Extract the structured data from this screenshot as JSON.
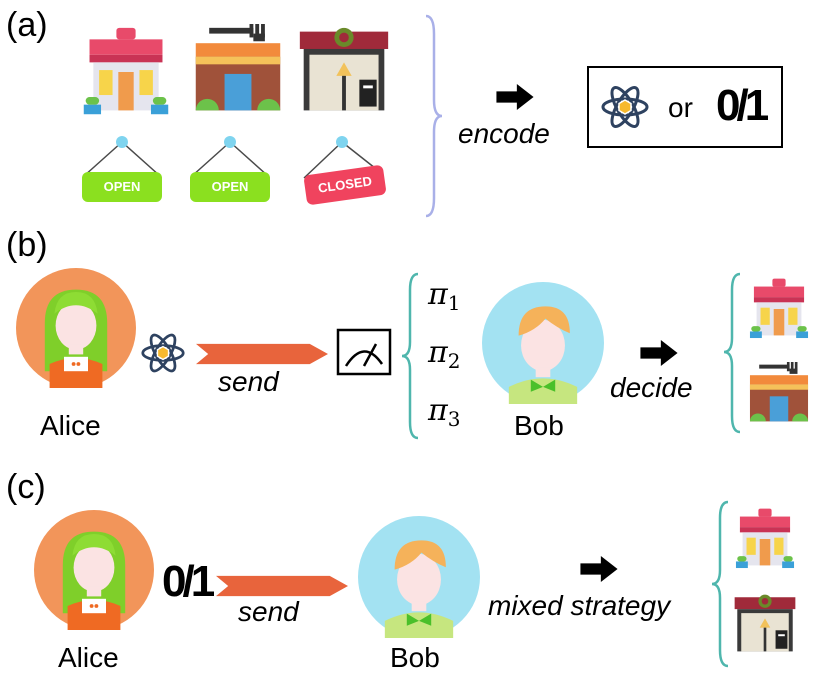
{
  "panels": {
    "a": {
      "label": "(a)",
      "signs": [
        "OPEN",
        "OPEN",
        "CLOSED"
      ],
      "encode_label": "encode",
      "or_label": "or",
      "bit_label": "0/1"
    },
    "b": {
      "label": "(b)",
      "sender": "Alice",
      "receiver": "Bob",
      "send_label": "send",
      "decide_label": "decide",
      "measurements": [
        "π",
        "π",
        "π"
      ],
      "measurement_indices": [
        "1",
        "2",
        "3"
      ]
    },
    "c": {
      "label": "(c)",
      "sender": "Alice",
      "receiver": "Bob",
      "bit_label": "0/1",
      "send_label": "send",
      "strategy_label": "mixed strategy"
    }
  },
  "colors": {
    "alice_bg": "#f2955a",
    "bob_bg": "#a3e2f2",
    "arrow": "#e8643c",
    "bracket_a": "#a9b0e8",
    "bracket_b": "#4fb6ad",
    "sign_open": "#8be01f",
    "sign_closed": "#f0435e"
  },
  "icons": [
    "shop-icon",
    "restaurant-icon",
    "cafe-icon",
    "atom-icon",
    "meter-icon",
    "alice-avatar",
    "bob-avatar"
  ]
}
